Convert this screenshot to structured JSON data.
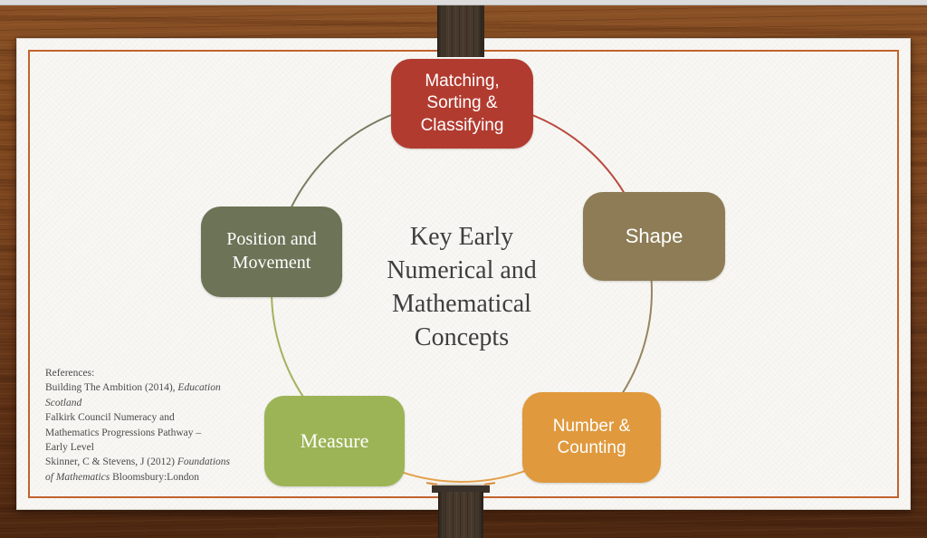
{
  "slide": {
    "title_lines": [
      "Key Early",
      "Numerical and",
      "Mathematical",
      "Concepts"
    ],
    "nodes": [
      {
        "name": "matching-sorting-classifying",
        "label": "Matching, Sorting & Classifying",
        "color": "#b23b30"
      },
      {
        "name": "shape",
        "label": "Shape",
        "color": "#8d7c55"
      },
      {
        "name": "number-counting",
        "label": "Number & Counting",
        "color": "#e0993d"
      },
      {
        "name": "measure",
        "label": "Measure",
        "color": "#9cb456"
      },
      {
        "name": "position-movement",
        "label": "Position and Movement",
        "color": "#6c7356"
      }
    ],
    "arcs": [
      {
        "name": "arc-matching-to-shape",
        "color": "#b23b30"
      },
      {
        "name": "arc-shape-to-number",
        "color": "#8d7c55"
      },
      {
        "name": "arc-number-to-measure",
        "color": "#e0993d"
      },
      {
        "name": "arc-measure-to-position",
        "color": "#9aad52"
      },
      {
        "name": "arc-position-to-matching",
        "color": "#6c7356"
      }
    ],
    "references": [
      [
        {
          "t": "References:"
        }
      ],
      [
        {
          "t": "Building The Ambition (2014), "
        },
        {
          "t": "Education",
          "it": true
        }
      ],
      [
        {
          "t": "Scotland",
          "it": true
        }
      ],
      [
        {
          "t": "Falkirk Council Numeracy and"
        }
      ],
      [
        {
          "t": "Mathematics Progressions Pathway –"
        }
      ],
      [
        {
          "t": "Early Level"
        }
      ],
      [
        {
          "t": "Skinner, C & Stevens, J (2012) "
        },
        {
          "t": "Foundations",
          "it": true
        }
      ],
      [
        {
          "t": "of Mathematics",
          "it": true
        },
        {
          "t": " Bloomsbury:London"
        }
      ]
    ]
  },
  "theme": {
    "wood": "#71401f",
    "paper": "#f8f7f3",
    "border_orange": "#c2632e",
    "post_brown": "#46392c",
    "top_strip_gray": "#dcdcdc",
    "title_text": "#3e3e3e",
    "reference_text": "#4a4a4a"
  }
}
